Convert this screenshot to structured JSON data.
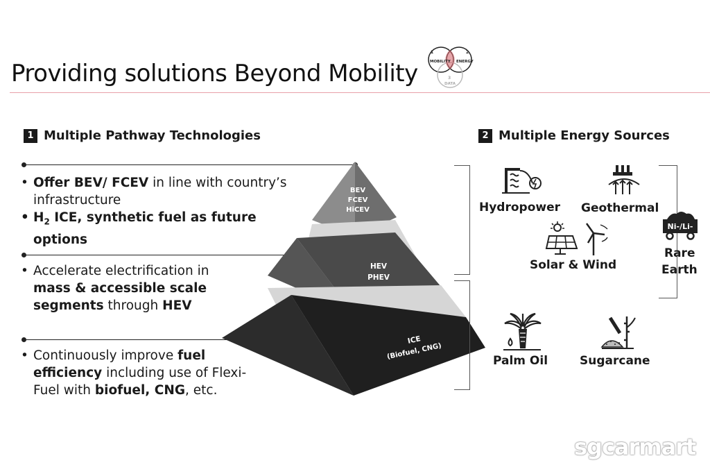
{
  "header": {
    "title": "Providing solutions Beyond Mobility",
    "venn": {
      "mobility_num": "1",
      "mobility": "MOBILITY",
      "energy_num": "2",
      "energy": "ENERGY",
      "data_num": "3",
      "data": "DATA"
    }
  },
  "left": {
    "num": "1",
    "heading": "Multiple Pathway Technologies",
    "b1": {
      "bold": "Offer BEV/ FCEV",
      "rest": " in line with country’s infrastructure"
    },
    "b2": {
      "h": "H",
      "sub": "2",
      "rest": " ICE, synthetic fuel as future options"
    },
    "b3": {
      "pre": "Accelerate electrification in ",
      "bold1": "mass & accessible scale segments",
      "mid": " through ",
      "bold2": "HEV"
    },
    "b4": {
      "pre": "Continuously improve ",
      "bold1": "fuel efficiency",
      "mid": " including use of Flexi-Fuel with ",
      "bold2": "biofuel, CNG",
      "post": ", etc."
    }
  },
  "pyramid": {
    "top": [
      "BEV",
      "FCEV",
      "HiCEV"
    ],
    "middle": [
      "HEV",
      "PHEV"
    ],
    "bottom": [
      "ICE",
      "(Biofuel, CNG)"
    ]
  },
  "right": {
    "num": "2",
    "heading": "Multiple Energy Sources",
    "hydropower": "Hydropower",
    "geothermal": "Geothermal",
    "solar_wind": "Solar & Wind",
    "rare_earth_1": "Rare",
    "rare_earth_2": "Earth",
    "ni_li": "Ni-/Li-",
    "palm_oil": "Palm Oil",
    "sugarcane": "Sugarcane"
  },
  "watermark": "sgcarmart"
}
